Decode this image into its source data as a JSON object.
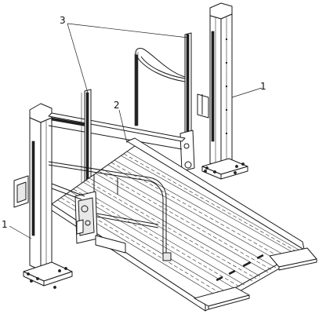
{
  "labels": {
    "post": "1",
    "platform": "2",
    "chain": "3"
  }
}
